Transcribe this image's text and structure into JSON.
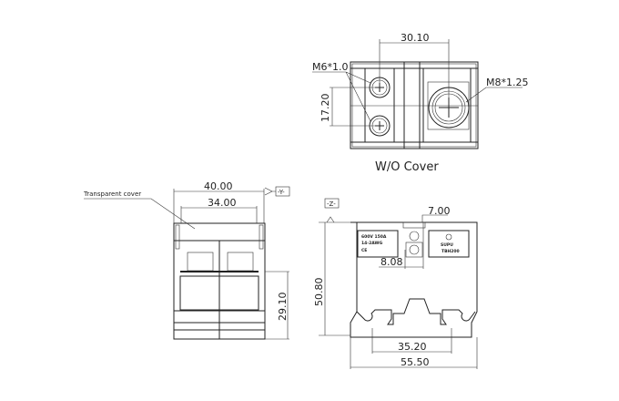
{
  "top_view": {
    "dim_width": "30.10",
    "dim_pitch": "17.20",
    "screw_small": "M6*1.0",
    "screw_large": "M8*1.25",
    "caption": "W/O Cover"
  },
  "side_view": {
    "dim_outer": "40.00",
    "dim_inner": "34.00",
    "dim_height": "29.10",
    "cover_label": "Transparent cover",
    "datum": "-Y-"
  },
  "front_view": {
    "datum": "-Z-",
    "dim_height": "50.80",
    "dim_top": "7.00",
    "dim_offset": "8.08",
    "dim_mount": "35.20",
    "dim_width": "55.50",
    "label_left": [
      "600V 150A",
      "14-2AWG",
      "CE"
    ],
    "label_right": [
      "SUPU",
      "TBH200"
    ]
  }
}
